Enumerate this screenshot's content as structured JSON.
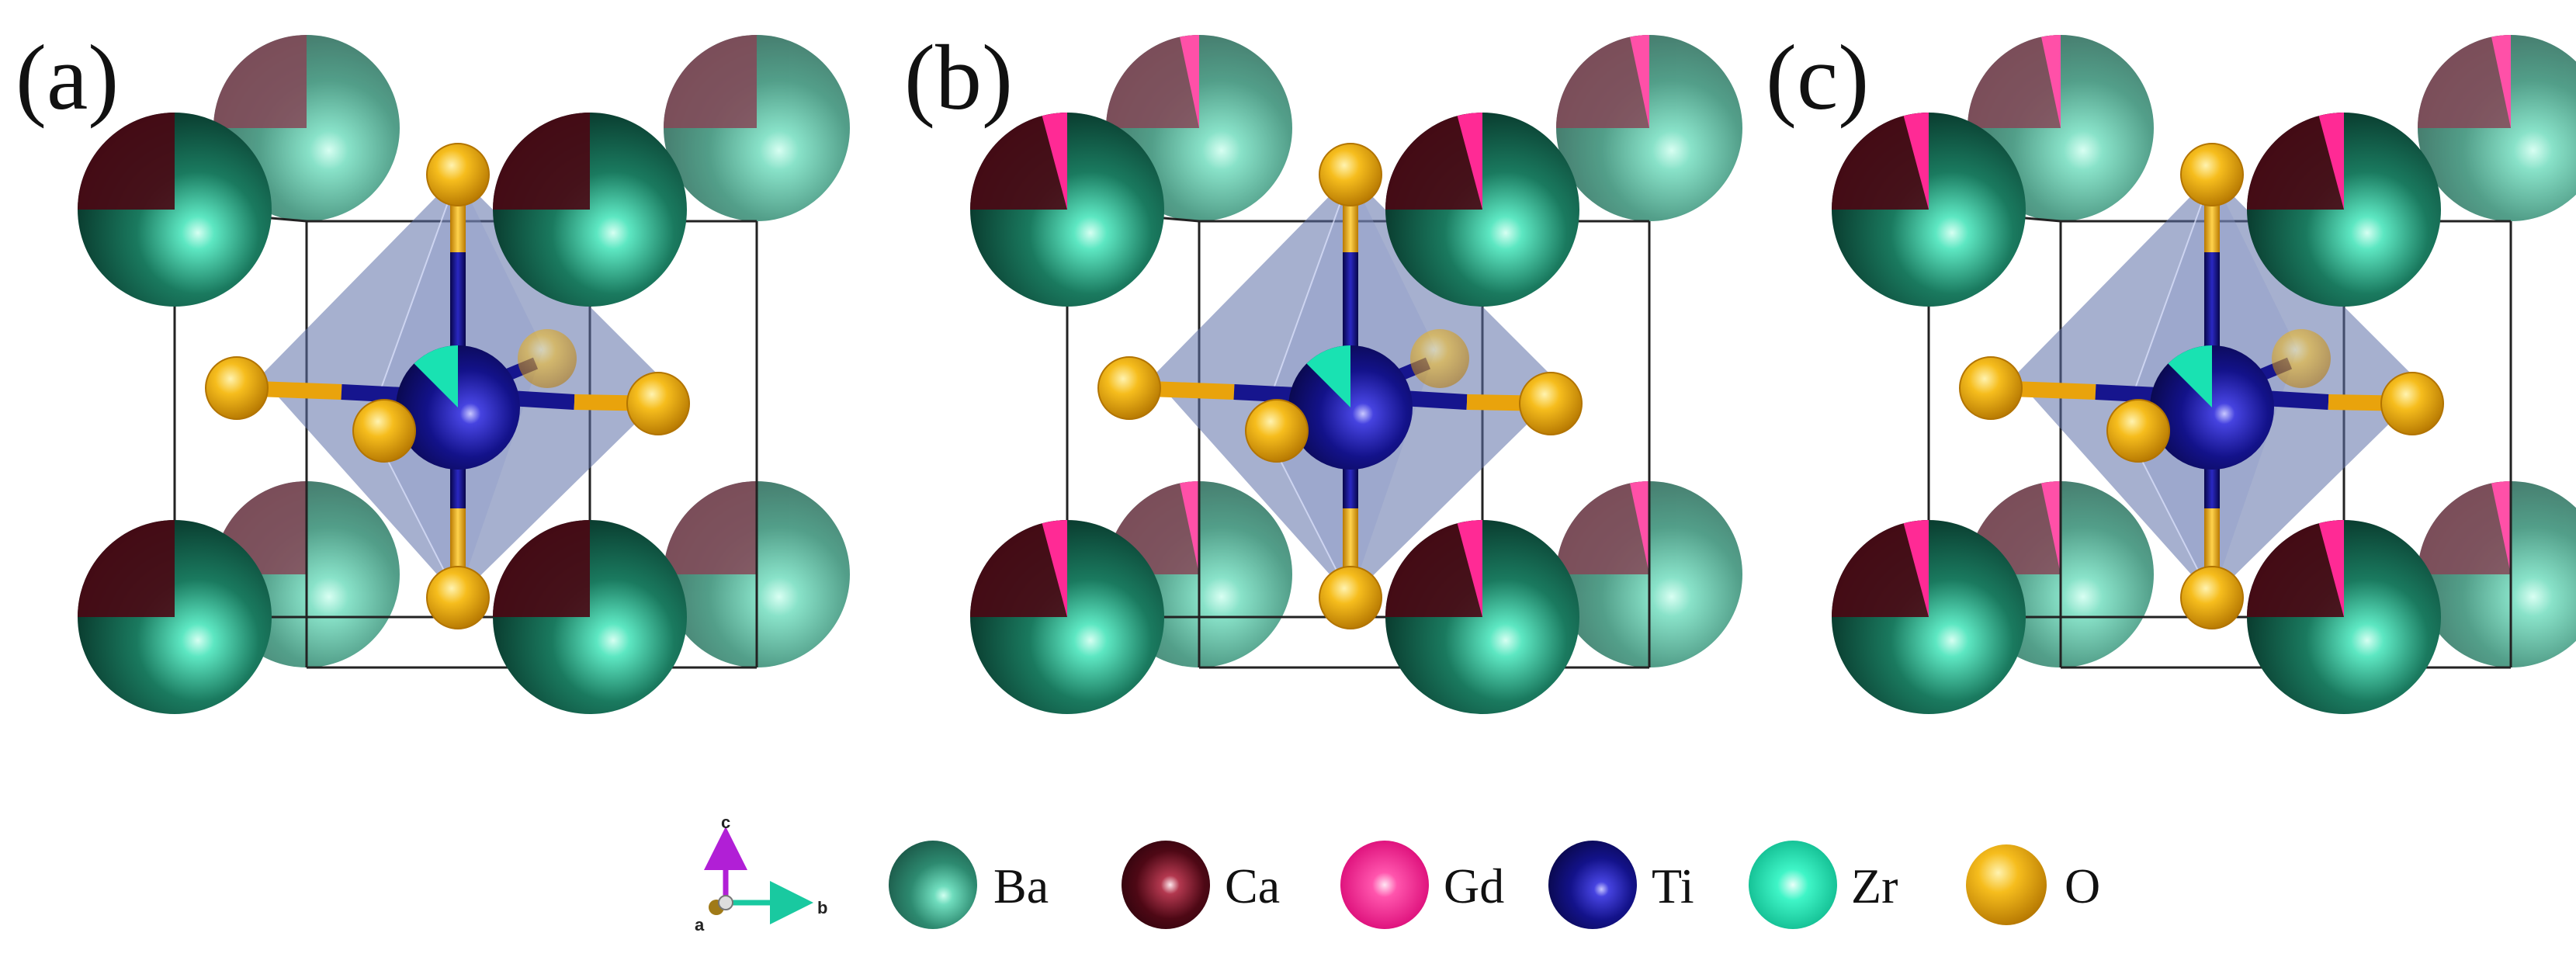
{
  "figure": {
    "panels": [
      {
        "label": "(a)",
        "variant": "a"
      },
      {
        "label": "(b)",
        "variant": "b"
      },
      {
        "label": "(c)",
        "variant": "c"
      }
    ],
    "axes": {
      "c": "c",
      "a": "a",
      "b": "b"
    },
    "legend": [
      {
        "symbol": "Ba",
        "color": "#1e6b56"
      },
      {
        "symbol": "Ca",
        "color": "#5c0b19"
      },
      {
        "symbol": "Gd",
        "color": "#ff2a95"
      },
      {
        "symbol": "Ti",
        "color": "#15148a"
      },
      {
        "symbol": "Zr",
        "color": "#19e2b2"
      },
      {
        "symbol": "O",
        "color": "#f2b10c"
      }
    ]
  }
}
